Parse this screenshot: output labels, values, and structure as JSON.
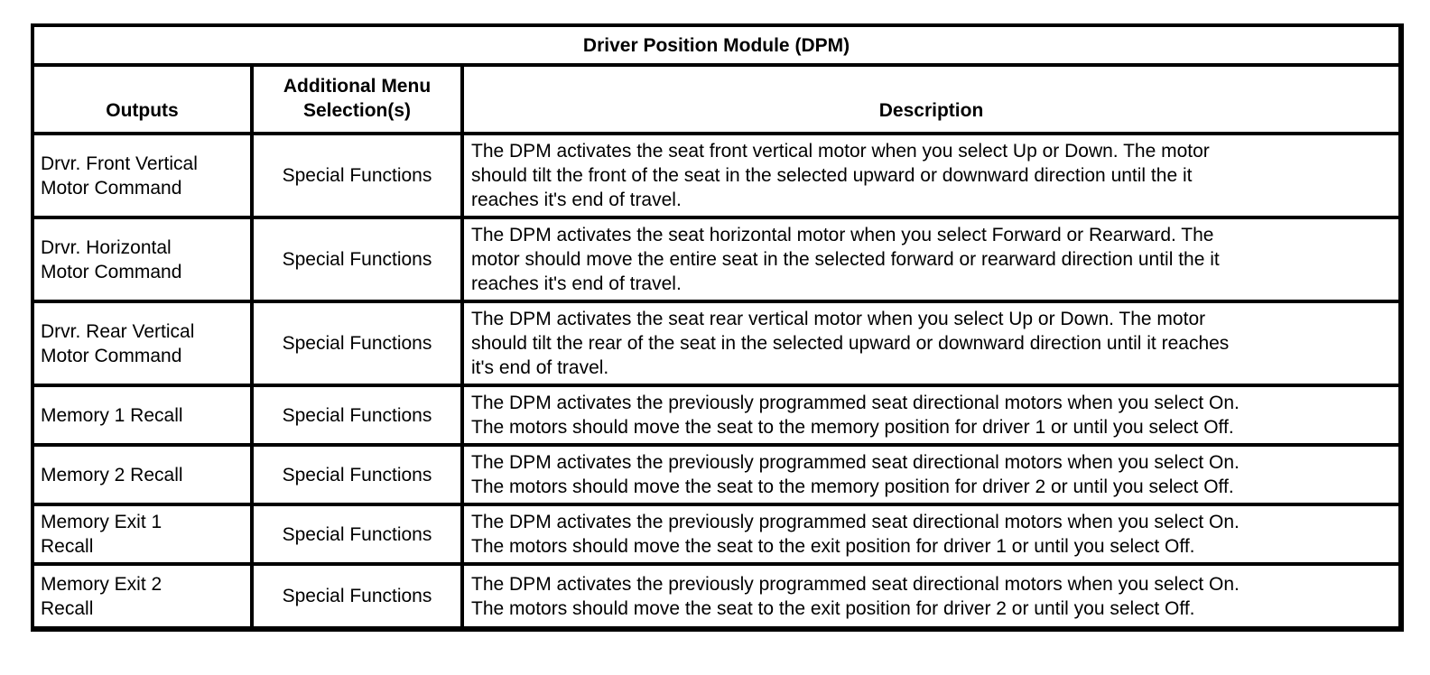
{
  "title": "Driver Position Module (DPM)",
  "table": {
    "headers": {
      "outputs": "Outputs",
      "menu": "Additional Menu\nSelection(s)",
      "description": "Description"
    },
    "rows": [
      {
        "output": "Drvr. Front Vertical\nMotor Command",
        "menu": "Special Functions",
        "description": "The DPM activates the seat front vertical motor when you select Up or Down. The motor\nshould tilt the front of the seat in the selected upward or downward direction until the it\nreaches it's end of travel."
      },
      {
        "output": "Drvr. Horizontal\nMotor Command",
        "menu": "Special Functions",
        "description": "The DPM activates the seat horizontal motor when you select Forward or Rearward. The\nmotor should move the entire seat in the selected forward or rearward direction until the it\nreaches it's end of travel."
      },
      {
        "output": "Drvr. Rear Vertical\nMotor Command",
        "menu": "Special Functions",
        "description": "The DPM activates the seat rear vertical motor when you select Up or Down. The motor\nshould tilt the rear of the seat in the selected upward or downward direction until it reaches\nit's end of travel."
      },
      {
        "output": "Memory 1 Recall",
        "menu": "Special Functions",
        "description": "The DPM activates the previously programmed seat directional motors when you select On.\nThe motors should move the seat to the memory position for driver 1 or until you select Off."
      },
      {
        "output": "Memory 2 Recall",
        "menu": "Special Functions",
        "description": "The DPM activates the previously programmed seat directional motors when you select On.\nThe motors should move the seat to the memory position for driver 2 or until you select Off."
      },
      {
        "output": "Memory Exit 1\nRecall",
        "menu": "Special Functions",
        "description": "The DPM activates the previously programmed seat directional motors when you select On.\nThe motors should move the seat to the exit position for driver 1 or until you select Off."
      },
      {
        "output": "Memory Exit 2\nRecall",
        "menu": "Special Functions",
        "description": "The DPM activates the previously programmed seat directional motors when you select On.\nThe motors should move the seat to the exit position for driver 2 or until you select Off."
      }
    ]
  },
  "colors": {
    "border": "#000000",
    "background": "#ffffff",
    "text": "#000000"
  }
}
